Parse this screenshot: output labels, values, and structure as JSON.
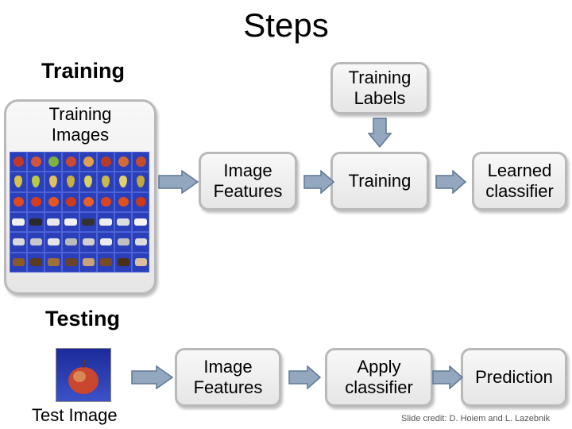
{
  "title": "Steps",
  "sections": {
    "training": "Training",
    "testing": "Testing"
  },
  "training": {
    "images_label": "Training\nImages",
    "labels_box": "Training\nLabels",
    "features_box": "Image\nFeatures",
    "training_box": "Training",
    "classifier_box": "Learned\nclassifier"
  },
  "testing": {
    "test_image_label": "Test Image",
    "features_box": "Image\nFeatures",
    "apply_box": "Apply\nclassifier",
    "prediction_box": "Prediction"
  },
  "credit": "Slide credit: D. Hoiem and L. Lazebnik",
  "colors": {
    "arrow_fill": "#93a7bf",
    "arrow_stroke": "#5f7893",
    "box_border": "#b9b9b9",
    "grid_bg": "#2336a6"
  },
  "grid_rows": [
    {
      "kind": "apple"
    },
    {
      "kind": "pear"
    },
    {
      "kind": "tomato"
    },
    {
      "kind": "cow"
    },
    {
      "kind": "dog"
    },
    {
      "kind": "horse"
    }
  ]
}
